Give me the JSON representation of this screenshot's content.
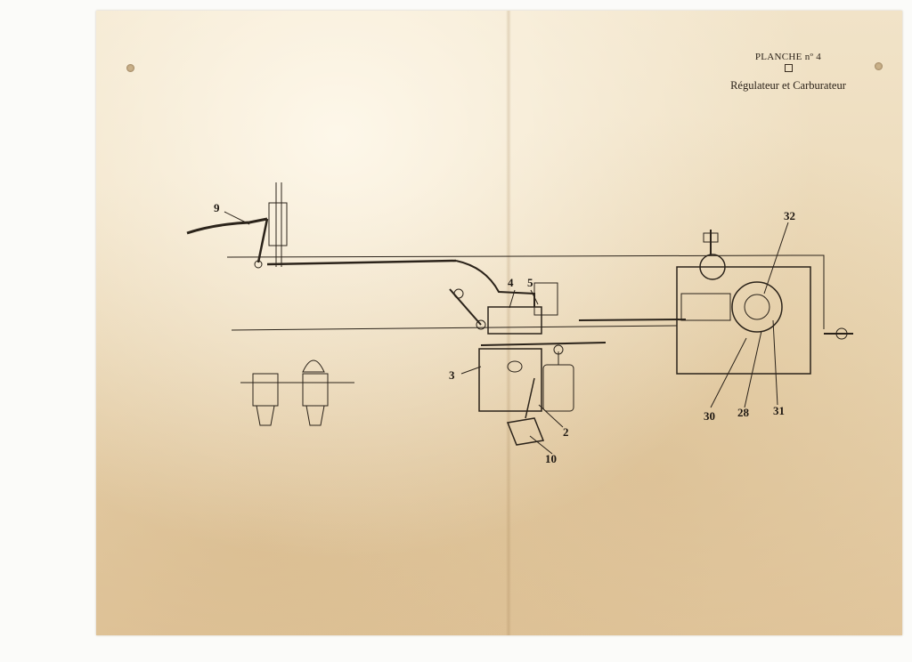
{
  "header": {
    "planche": "PLANCHE nº 4",
    "ornament_icon": "square-ornament-icon",
    "title": "Régulateur et Carburateur"
  },
  "callouts": [
    {
      "id": "c9",
      "text": "9"
    },
    {
      "id": "c4",
      "text": "4"
    },
    {
      "id": "c5",
      "text": "5"
    },
    {
      "id": "c3",
      "text": "3"
    },
    {
      "id": "c2",
      "text": "2"
    },
    {
      "id": "c10",
      "text": "10"
    },
    {
      "id": "c32",
      "text": "32"
    },
    {
      "id": "c30",
      "text": "30"
    },
    {
      "id": "c28",
      "text": "28"
    },
    {
      "id": "c31",
      "text": "31"
    }
  ]
}
